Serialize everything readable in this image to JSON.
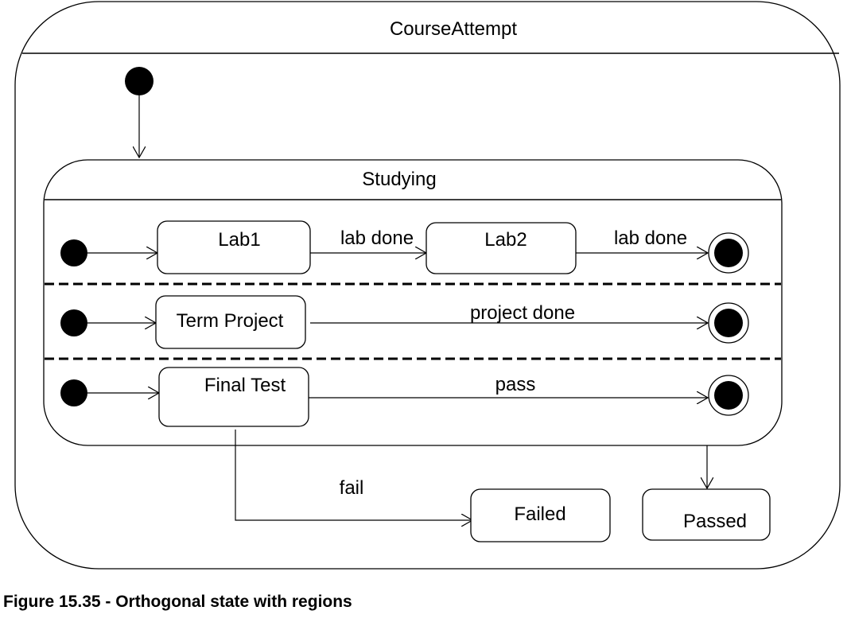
{
  "outer_state": {
    "name": "CourseAttempt"
  },
  "composite_state": {
    "name": "Studying"
  },
  "regions": [
    {
      "states": [
        "Lab1",
        "Lab2"
      ],
      "transitions": [
        "lab done",
        "lab done"
      ]
    },
    {
      "states": [
        "Term Project"
      ],
      "transitions": [
        "project done"
      ]
    },
    {
      "states": [
        "Final Test"
      ],
      "transitions": [
        "pass"
      ]
    }
  ],
  "exit_transitions": {
    "fail": "fail"
  },
  "final_states": {
    "failed": "Failed",
    "passed": "Passed"
  },
  "caption": "Figure 15.35 - Orthogonal state with regions"
}
